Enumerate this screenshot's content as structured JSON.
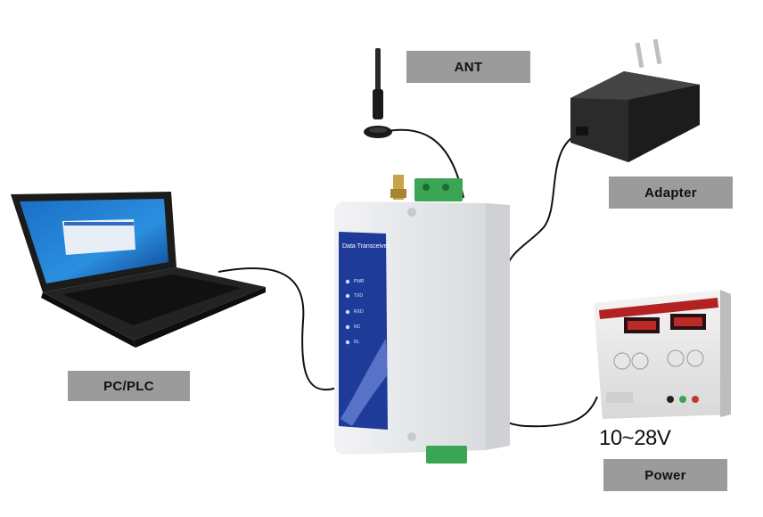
{
  "labels": {
    "ant": "ANT",
    "adapter": "Adapter",
    "pc_plc": "PC/PLC",
    "power": "Power"
  },
  "voltage": "10~28V",
  "device": {
    "title": "Data Transceiver",
    "leds": [
      "PWR",
      "TXD",
      "RXD",
      "NC",
      "RL"
    ]
  },
  "colors": {
    "label_bg": "#9b9b9b",
    "device_panel": "#1f3b9a",
    "terminal_green": "#3aa655",
    "cable": "#111111"
  },
  "icons": [
    "antenna-icon",
    "laptop-icon",
    "power-adapter-icon",
    "power-supply-icon",
    "data-transceiver-icon"
  ]
}
